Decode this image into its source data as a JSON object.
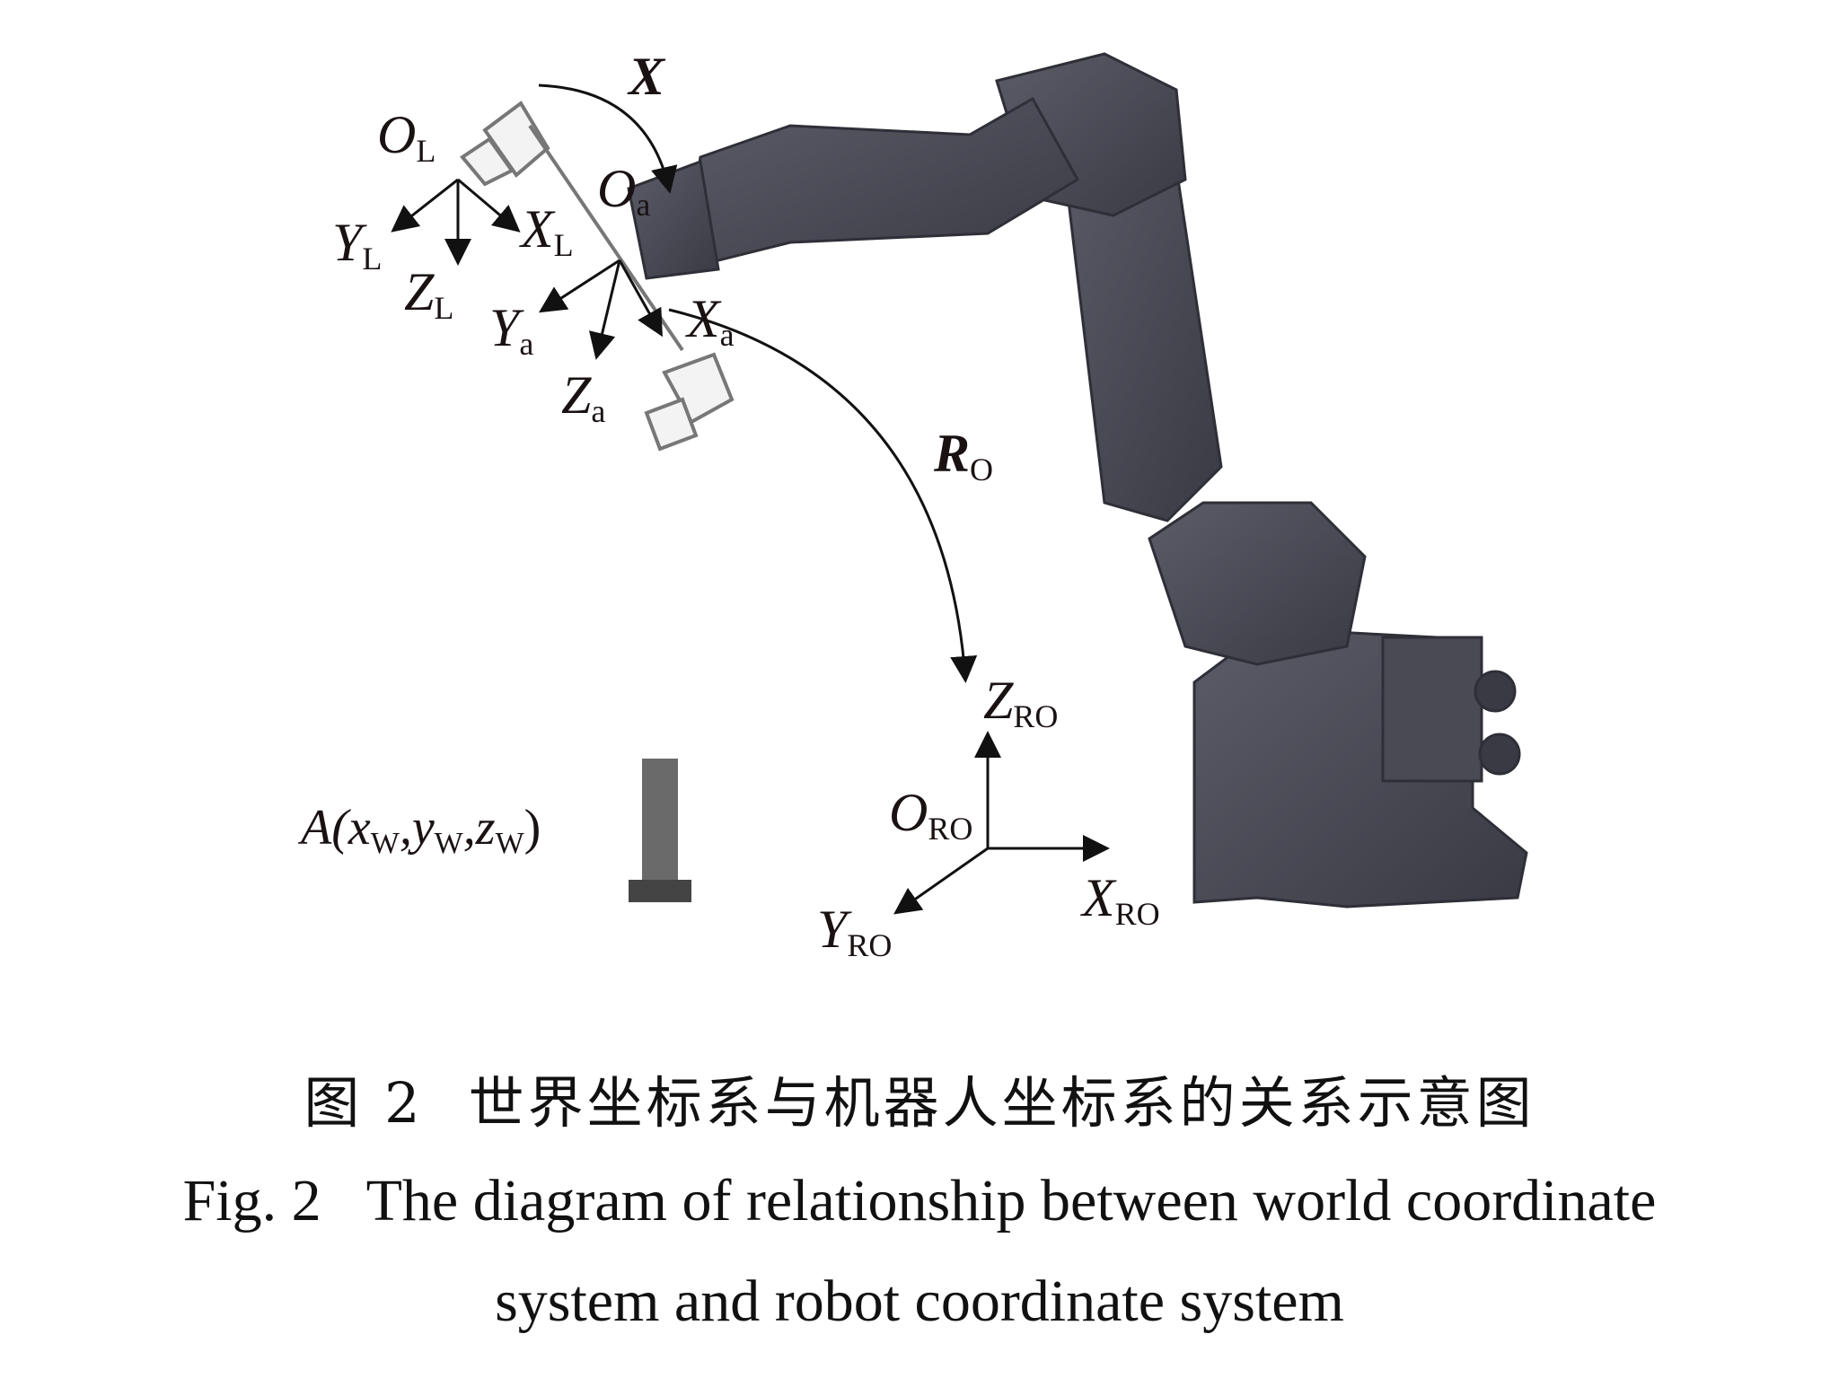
{
  "labels": {
    "X": "X",
    "O_L": "O",
    "O_L_sub": "L",
    "O_a": "O",
    "O_a_sub": "a",
    "Y_L": "Y",
    "Y_L_sub": "L",
    "X_L": "X",
    "X_L_sub": "L",
    "Z_L": "Z",
    "Z_L_sub": "L",
    "Y_a": "Y",
    "Y_a_sub": "a",
    "Z_a": "Z",
    "Z_a_sub": "a",
    "X_a": "X",
    "X_a_sub": "a",
    "R_O": "R",
    "R_O_sub": "O",
    "Z_RO": "Z",
    "Z_RO_sub": "RO",
    "O_RO": "O",
    "O_RO_sub": "RO",
    "X_RO": "X",
    "X_RO_sub": "RO",
    "Y_RO": "Y",
    "Y_RO_sub": "RO",
    "A_point": "A(x",
    "A_w1": "W",
    "A_y": ",y",
    "A_w2": "W",
    "A_z": ",z",
    "A_w3": "W",
    "A_close": ")"
  },
  "caption": {
    "cn_no": "图 2",
    "cn_text": "世界坐标系与机器人坐标系的关系示意图",
    "en_no": "Fig. 2",
    "en_line1": "The diagram of relationship between world coordinate",
    "en_line2": "system and robot coordinate system"
  },
  "colors": {
    "robot": "#4a4a55",
    "robot_dark": "#2f2f38",
    "text": "#1a1212",
    "arrow": "#111111"
  }
}
